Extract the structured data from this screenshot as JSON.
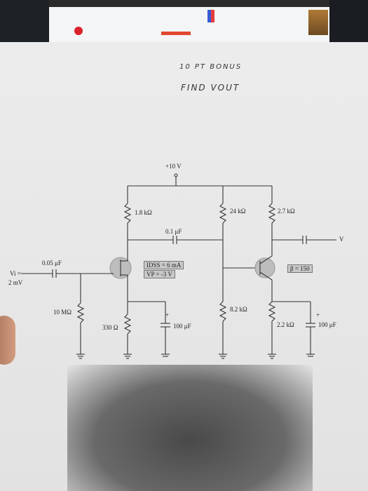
{
  "handwritten": {
    "bonus": "10 PT BONUS",
    "find": "FIND VOUT"
  },
  "circuit": {
    "supply": "+10 V",
    "r_drain": "1.8 kΩ",
    "c_couple_mid": "0.1 μF",
    "r_24k": "24 kΩ",
    "r_27k": "2.7 kΩ",
    "vout_label": "V",
    "c_in": "0.05 μF",
    "vi_label": "Vi =",
    "vi_value": "2 mV",
    "idss": "IDSS = 6 mA",
    "vp": "VP = -3 V",
    "beta": "β = 150",
    "r_gate": "10 MΩ",
    "r_source": "330 Ω",
    "c_source": "100 μF",
    "r_82k": "8.2 kΩ",
    "r_emitter": "2.2 kΩ",
    "c_emitter": "100 μF",
    "plus1": "+",
    "plus2": "+"
  }
}
